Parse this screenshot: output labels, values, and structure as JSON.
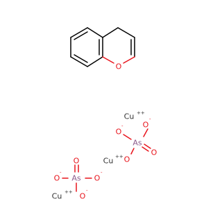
{
  "colors": {
    "carbon_bond": "#000000",
    "oxygen": "#e8141c",
    "arsenic": "#8b5a8b",
    "copper": "#333333"
  },
  "molecule": {
    "ring": {
      "oxygen_label": "O"
    },
    "copper_ions": [
      {
        "symbol": "Cu",
        "charge": "++"
      },
      {
        "symbol": "Cu",
        "charge": "++"
      },
      {
        "symbol": "Cu",
        "charge": "++"
      }
    ],
    "arsenate_1": {
      "arsenic": "As",
      "oxygens": [
        {
          "label": "O",
          "charge": "-"
        },
        {
          "label": "O",
          "charge": "-"
        },
        {
          "label": "O",
          "charge": ""
        },
        {
          "label": "O",
          "charge": "-"
        }
      ]
    },
    "arsenate_2": {
      "arsenic": "As",
      "oxygens": [
        {
          "label": "O",
          "charge": ""
        },
        {
          "label": "O",
          "charge": "-"
        },
        {
          "label": "O",
          "charge": "-"
        },
        {
          "label": "O",
          "charge": "-"
        }
      ]
    }
  }
}
